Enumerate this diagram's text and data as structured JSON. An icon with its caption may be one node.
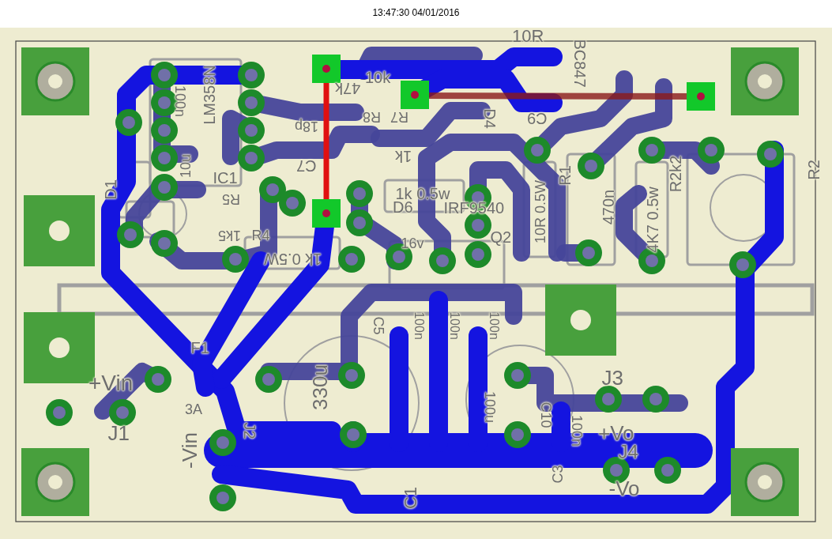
{
  "diagram": {
    "title": "13:47:30 04/01/2016",
    "labels": [
      "10R",
      "BC847",
      "10k",
      "47k",
      "R8",
      "R7",
      "18p",
      "C9",
      "D4",
      "1k",
      "C7",
      "100n",
      "LM358N",
      "10u",
      "IC1",
      "R5",
      "1k5",
      "R4",
      "D1",
      "1k 0.5w",
      "D6",
      "IRF9540",
      "16v",
      "Q2",
      "1k 0.5W",
      "10R 0.5W",
      "R1",
      "470n",
      "4K7 0.5w",
      "R2k2",
      "R2",
      "F1",
      "+Vin",
      "J1",
      "3A",
      "-Vin",
      "J2",
      "330u",
      "C5",
      "100n",
      "100n",
      "100n",
      "100u",
      "C10",
      "100n",
      "J3",
      "+Vo",
      "J4",
      "C3",
      "C1",
      "-Vo"
    ]
  }
}
